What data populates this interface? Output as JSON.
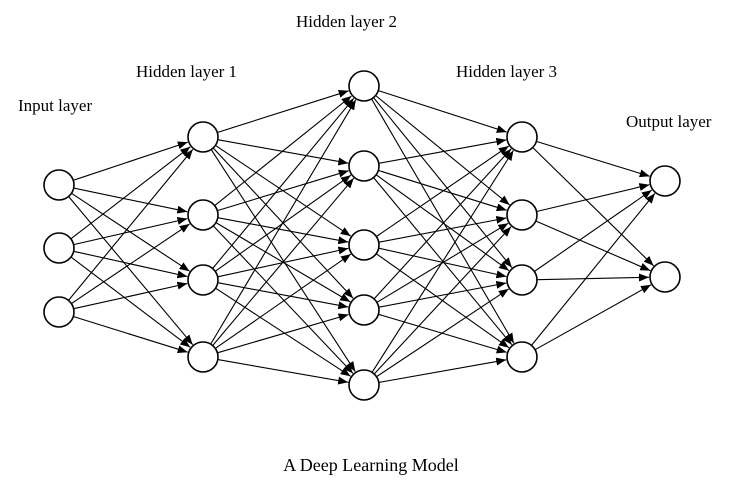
{
  "diagram": {
    "caption": "A Deep Learning Model",
    "layers": [
      {
        "id": "input",
        "label": "Input layer",
        "neurons": 3
      },
      {
        "id": "hidden1",
        "label": "Hidden layer 1",
        "neurons": 4
      },
      {
        "id": "hidden2",
        "label": "Hidden layer 2",
        "neurons": 5
      },
      {
        "id": "hidden3",
        "label": "Hidden layer 3",
        "neurons": 4
      },
      {
        "id": "output",
        "label": "Output layer",
        "neurons": 2
      }
    ],
    "connectivity": "fully-connected",
    "line_color": "#000000",
    "node_fill": "#ffffff"
  }
}
